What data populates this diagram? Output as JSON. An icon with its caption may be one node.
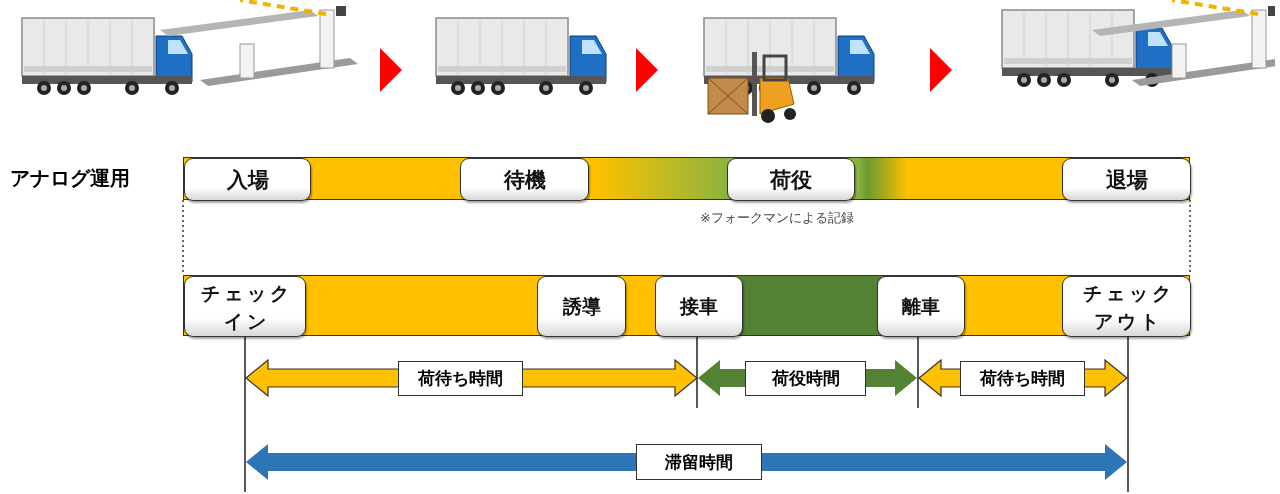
{
  "diagram": {
    "nodes": [
      {
        "text": [],
        "shape": "picture"
      },
      {
        "text": [],
        "shape": "picture"
      },
      {
        "text": [],
        "shape": "picture"
      },
      {
        "text": [],
        "shape": "picture"
      },
      {
        "text": [
          "アナログ運用"
        ]
      },
      {
        "text": [
          "入場"
        ],
        "in": 4
      },
      {
        "text": [
          "待機"
        ],
        "in": 4
      },
      {
        "text": [
          "荷役"
        ],
        "in": 4
      },
      {
        "text": [
          "退場"
        ],
        "in": 4
      },
      {
        "text": [],
        "shape": "bar"
      },
      {
        "text": [
          "チェックイン"
        ],
        "in": 9
      },
      {
        "text": [
          "誘導"
        ],
        "in": 9
      },
      {
        "text": [
          "接車"
        ],
        "in": 9
      },
      {
        "text": [
          "離車"
        ],
        "in": 9
      },
      {
        "text": [
          "チェックアウト"
        ],
        "in": 9
      }
    ],
    "edges": [
      {
        "from": 0,
        "to": 1,
        "arrow": "to",
        "color": "#ff0000"
      },
      {
        "from": 1,
        "to": 2,
        "arrow": "to",
        "color": "#ff0000"
      },
      {
        "from": 2,
        "to": 3,
        "arrow": "to",
        "color": "#ff0000"
      },
      {
        "from": 5,
        "to": 10,
        "arrow": "none",
        "style": "dashed"
      },
      {
        "from": 8,
        "to": 14,
        "arrow": "none",
        "style": "dashed"
      }
    ],
    "labels": [
      "※フォークマンによる記録",
      "荷待ち時間",
      "荷役時間",
      "荷待ち時間",
      "滞留時間"
    ]
  }
}
